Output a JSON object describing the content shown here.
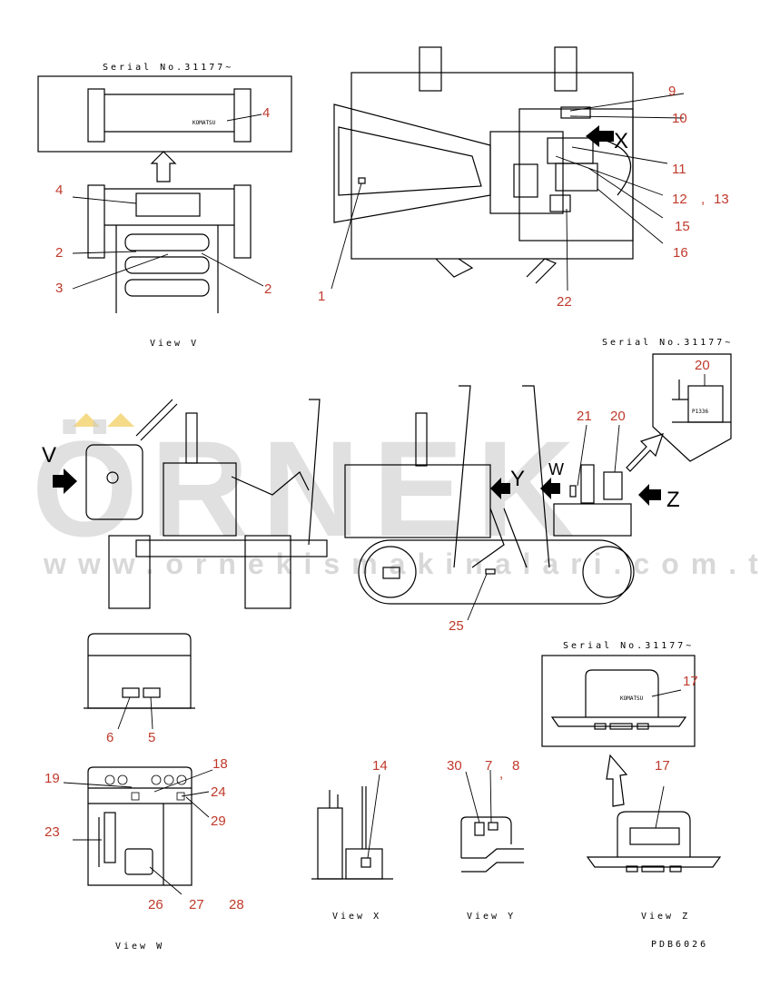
{
  "watermark": {
    "main": "ÖRNEK",
    "url": "www.ornekismakinalari.com.tr"
  },
  "captions": {
    "serial_top_left": "Serial No.31177~",
    "serial_top_right": "Serial No.31177~",
    "serial_view_z": "Serial No.31177~",
    "view_v": "View V",
    "view_x": "View X",
    "view_y": "View Y",
    "view_z": "View Z",
    "view_w": "View W",
    "drawing_code": "PDB6026"
  },
  "view_labels": {
    "v": "V",
    "x": "X",
    "y": "Y",
    "w": "W",
    "z": "Z"
  },
  "callouts": {
    "c1": "1",
    "c2a": "2",
    "c2b": "2",
    "c3": "3",
    "c4a": "4",
    "c4b": "4",
    "c5": "5",
    "c6": "6",
    "c7": "7",
    "c8": "8",
    "c9": "9",
    "c10": "10",
    "c11": "11",
    "c12": "12",
    "c13": "13",
    "c14": "14",
    "c15": "15",
    "c16": "16",
    "c17a": "17",
    "c17b": "17",
    "c18": "18",
    "c19": "19",
    "c20a": "20",
    "c20b": "20",
    "c21": "21",
    "c22": "22",
    "c23": "23",
    "c24": "24",
    "c25": "25",
    "c26": "26",
    "c27": "27",
    "c28": "28",
    "c29": "29",
    "c30": "30"
  },
  "plate_text": {
    "komatsu_top": "KOMATSU",
    "komatsu_z": "KOMATSU",
    "plate_20": "P1336"
  }
}
